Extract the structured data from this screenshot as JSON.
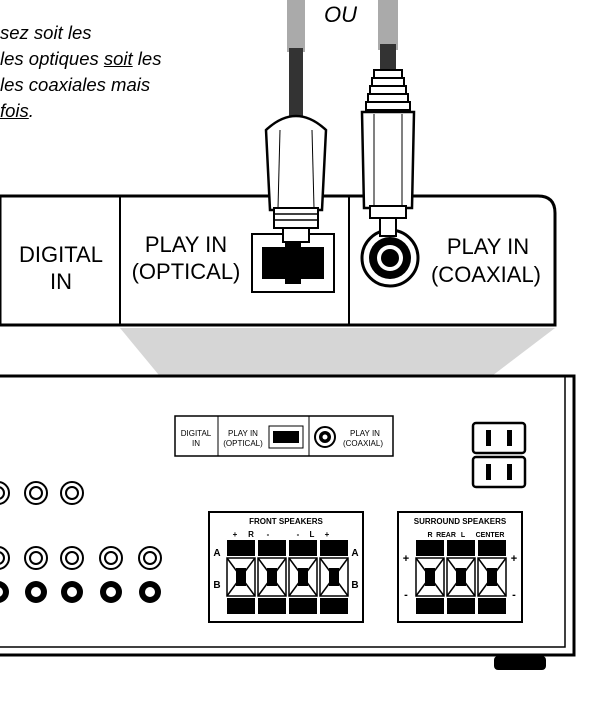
{
  "note": {
    "line1": "sez soit les",
    "line2_a": "les optiques ",
    "line2_u": "soit",
    "line2_b": " les",
    "line3": "les coaxiales mais",
    "line4": "fois",
    "line4_end": "."
  },
  "or_label": "OU",
  "zoom_panel": {
    "digital": [
      "DIGITAL",
      "IN"
    ],
    "optical": [
      "PLAY IN",
      "(OPTICAL)"
    ],
    "coaxial": [
      "PLAY IN",
      "(COAXIAL)"
    ]
  },
  "rear_panel": {
    "digital": [
      "DIGITAL",
      "IN"
    ],
    "optical": [
      "PLAY IN",
      "(OPTICAL)"
    ],
    "coaxial": [
      "PLAY IN",
      "(COAXIAL)"
    ],
    "front_speakers": {
      "title": "FRONT SPEAKERS",
      "row_a": "A",
      "row_b": "B",
      "polarity": [
        "+",
        "R",
        "-",
        "-",
        "L",
        "+"
      ]
    },
    "surround_speakers": {
      "title": "SURROUND SPEAKERS",
      "channels": [
        "R",
        "REAR",
        "L",
        "CENTER"
      ],
      "plus": "+",
      "minus": "-"
    }
  }
}
